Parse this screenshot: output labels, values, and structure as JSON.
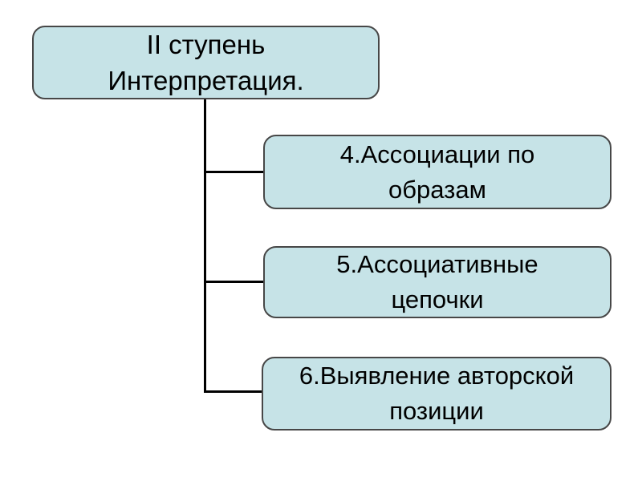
{
  "diagram": {
    "colors": {
      "background": "#ffffff",
      "box_fill": "#c6e3e7",
      "box_border": "#474747",
      "connector": "#000000",
      "text": "#000000"
    },
    "root": {
      "lines": [
        "II ступень",
        "Интерпретация."
      ]
    },
    "children": [
      {
        "lines": [
          "4.Ассоциации по",
          "образам"
        ]
      },
      {
        "lines": [
          "5.Ассоциативные",
          "цепочки"
        ]
      },
      {
        "lines": [
          "6.Выявление авторской",
          "позиции"
        ]
      }
    ]
  }
}
